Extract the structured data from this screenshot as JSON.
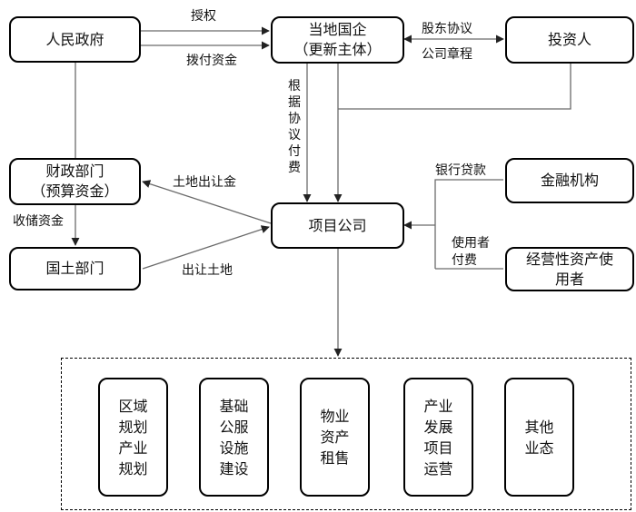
{
  "nodes": {
    "government": "人民政府",
    "soe_line1": "当地国企",
    "soe_line2": "（更新主体）",
    "investor": "投资人",
    "finance_line1": "财政部门",
    "finance_line2": "（预算资金）",
    "land_bureau": "国土部门",
    "project_company": "项目公司",
    "financial_institution": "金融机构",
    "asset_user_line1": "经营性资产使",
    "asset_user_line2": "用者"
  },
  "edge_labels": {
    "authorize": "授权",
    "allocate_funds": "拨付资金",
    "shareholder_agreement": "股东协议",
    "articles_of_association": "公司章程",
    "pay_per_agreement": "根据协议付费",
    "land_transfer_fee": "土地出让金",
    "land_reserve_funds": "收储资金",
    "transfer_land": "出让土地",
    "bank_loan": "银行贷款",
    "user_fee_line1": "使用者",
    "user_fee_line2": "付费"
  },
  "businesses": [
    "区域规划产业规划",
    "基础公服设施建设",
    "物业资产租售",
    "产业发展项目运营",
    "其他业态"
  ],
  "colors": {
    "line": "#6b6b6b",
    "border": "#000000",
    "background": "#ffffff"
  }
}
